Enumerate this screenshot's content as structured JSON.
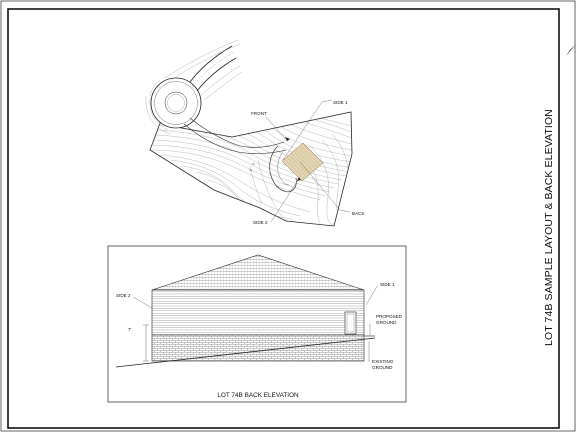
{
  "sheet": {
    "title": "LOT 74B SAMPLE LAYOUT & BACK ELEVATION"
  },
  "site_plan": {
    "labels": {
      "front": "FRONT",
      "side1": "SIDE 1",
      "side2": "SIDE 2",
      "back": "BACK"
    }
  },
  "elevation": {
    "caption": "LOT 74B BACK ELEVATION",
    "labels": {
      "side2": "SIDE 2",
      "side1": "SIDE 1",
      "dim": "7'",
      "proposed_ground": [
        "PROPOSED",
        "GROUND"
      ],
      "existing_ground": [
        "EXISTING",
        "GROUND"
      ]
    }
  },
  "colors": {
    "line": "#222222",
    "house_pad": "#e3d4b3",
    "contour": "#8a8a8a"
  }
}
